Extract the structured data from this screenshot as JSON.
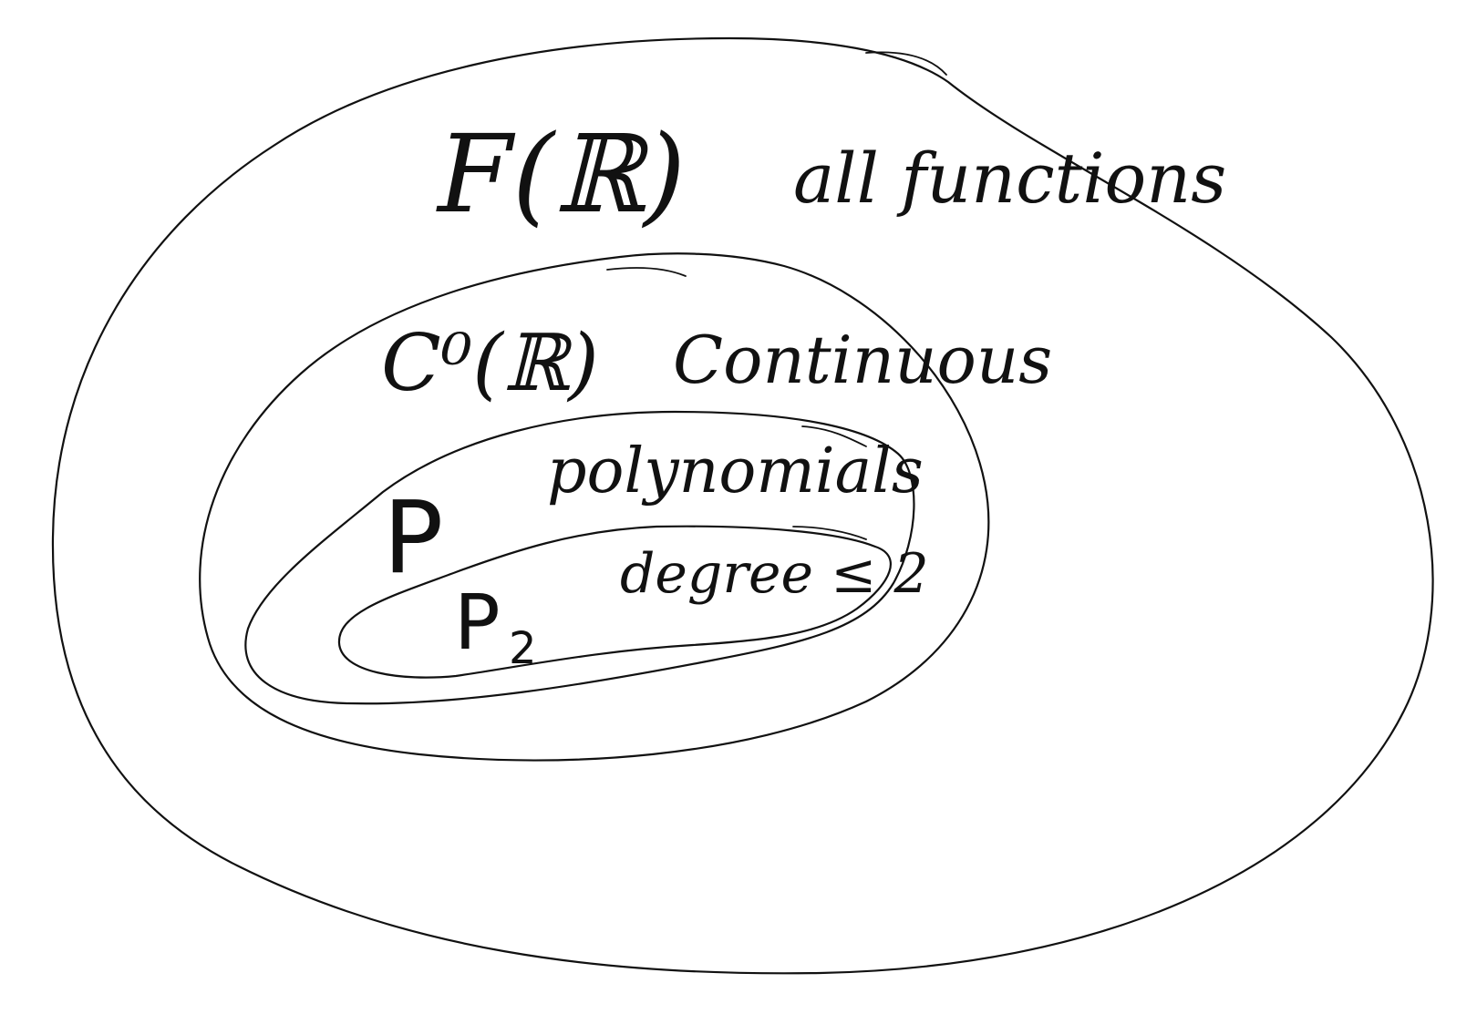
{
  "diagram": {
    "stroke_color": "#111111",
    "background_color": "#ffffff",
    "regions": [
      {
        "id": "all-functions",
        "symbol": "F(ℝ)",
        "label": "all functions"
      },
      {
        "id": "continuous",
        "symbol": "C⁰(ℝ)",
        "label": "Continuous"
      },
      {
        "id": "polynomials",
        "symbol": "P",
        "label": "polynomials"
      },
      {
        "id": "degree-le-2",
        "symbol_letter": "P",
        "symbol_subscript": "2",
        "label": "degree ≤ 2"
      }
    ]
  }
}
